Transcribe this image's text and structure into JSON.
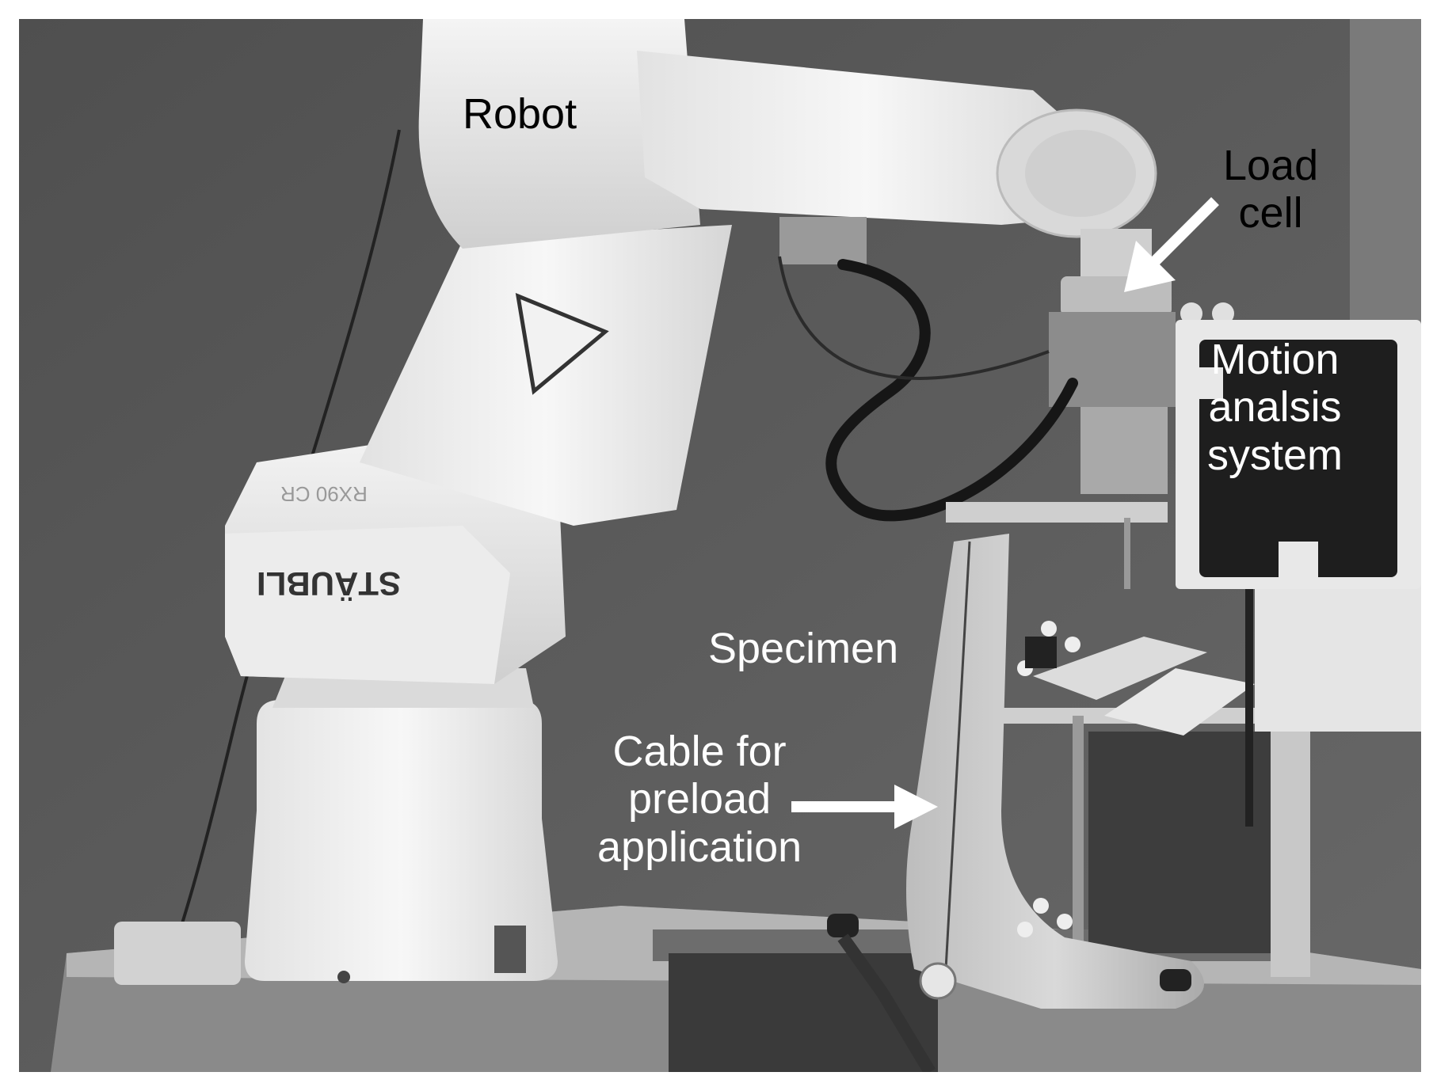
{
  "labels": {
    "robot": "Robot",
    "load_cell_line1": "Load",
    "load_cell_line2": "cell",
    "motion_line1": "Motion",
    "motion_line2": "analsis",
    "motion_line3": "system",
    "specimen": "Specimen",
    "cable_line1": "Cable for",
    "cable_line2": "preload",
    "cable_line3": "application",
    "robot_brand": "STÄUBLI",
    "robot_model": "RX90 CR"
  },
  "colors": {
    "background_wall": "#5a5a5a",
    "robot_body": "#eeeeee",
    "marker_panel": "#1e1e1e",
    "arrow": "#ffffff"
  }
}
